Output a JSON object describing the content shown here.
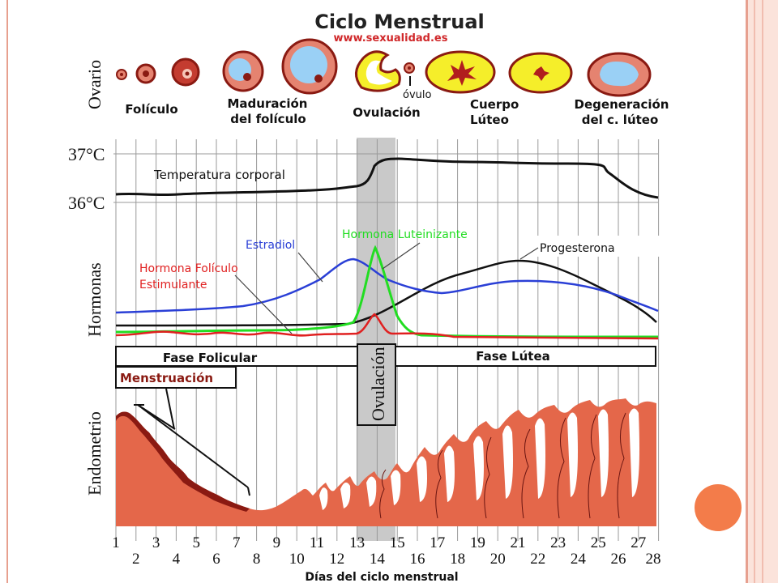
{
  "header": {
    "title": "Ciclo Menstrual",
    "url": "www.sexualidad.es"
  },
  "ovary": {
    "side_label": "Ovario",
    "stages": [
      "Folículo",
      "Maduración",
      "del folículo",
      "Ovulación",
      "Cuerpo",
      "Lúteo",
      "Degeneración",
      "del c. lúteo"
    ],
    "ovum_label": "óvulo"
  },
  "temperature": {
    "label": "Temperatura corporal",
    "tick_high": "37°C",
    "tick_low": "36°C"
  },
  "hormones": {
    "side_label": "Hormonas",
    "estradiol": "Estradiol",
    "lh": "Hormona Luteinizante",
    "progesterone": "Progesterona",
    "fsh_line1": "Hormona Folículo",
    "fsh_line2": "Estimulante"
  },
  "phases": {
    "follicular": "Fase Folicular",
    "luteal": "Fase Lútea",
    "menstruation": "Menstruación",
    "ovulation": "Ovulación"
  },
  "endometrium": {
    "side_label": "Endometrio"
  },
  "days": {
    "axis_label": "Días del ciclo menstrual",
    "odd": [
      "1",
      "3",
      "5",
      "7",
      "9",
      "11",
      "13",
      "15",
      "17",
      "19",
      "21",
      "23",
      "25",
      "27"
    ],
    "even": [
      "2",
      "4",
      "6",
      "8",
      "10",
      "12",
      "14",
      "16",
      "18",
      "20",
      "22",
      "24",
      "26",
      "28"
    ]
  },
  "colors": {
    "estradiol": "#2a3fd6",
    "lh": "#22dd22",
    "fsh": "#e02020",
    "progesterone": "#111111",
    "endometrium": "#e4674a",
    "endometrium_dark": "#8a1a12",
    "ovulation_band": "#c9c9c9",
    "accent_circle": "#f37c4a"
  }
}
